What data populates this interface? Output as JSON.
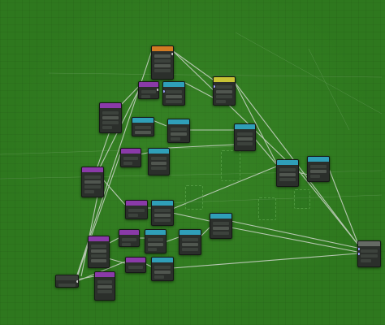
{
  "editor": {
    "name": "node-editor",
    "colors": {
      "background": "#2e781e",
      "link": "#cfd6cc",
      "node_body": "#2b2f2b",
      "header_purple": "#8a3aa8",
      "header_cyan": "#2f9fb8",
      "header_orange": "#d17b23",
      "header_yellow": "#c7c335",
      "header_gray": "#3a3f3a"
    },
    "nodes": [
      {
        "id": "n-orange-top",
        "header_color": "orange"
      },
      {
        "id": "n-purple-a",
        "header_color": "purple"
      },
      {
        "id": "n-cyan-a",
        "header_color": "cyan"
      },
      {
        "id": "n-yellow",
        "header_color": "yellow"
      },
      {
        "id": "n-purple-b",
        "header_color": "purple"
      },
      {
        "id": "n-cyan-b",
        "header_color": "cyan"
      },
      {
        "id": "n-cyan-c",
        "header_color": "cyan"
      },
      {
        "id": "n-cyan-d",
        "header_color": "cyan"
      },
      {
        "id": "n-purple-c",
        "header_color": "purple"
      },
      {
        "id": "n-cyan-e",
        "header_color": "cyan"
      },
      {
        "id": "n-purple-d",
        "header_color": "purple"
      },
      {
        "id": "n-cyan-f",
        "header_color": "cyan"
      },
      {
        "id": "n-cyan-g",
        "header_color": "cyan"
      },
      {
        "id": "n-purple-e",
        "header_color": "purple"
      },
      {
        "id": "n-cyan-h",
        "header_color": "cyan"
      },
      {
        "id": "n-cyan-i",
        "header_color": "cyan"
      },
      {
        "id": "n-purple-f",
        "header_color": "purple"
      },
      {
        "id": "n-purple-g",
        "header_color": "purple"
      },
      {
        "id": "n-cyan-j",
        "header_color": "cyan"
      },
      {
        "id": "n-cyan-k",
        "header_color": "cyan"
      },
      {
        "id": "n-purple-h",
        "header_color": "purple"
      },
      {
        "id": "n-cyan-l",
        "header_color": "cyan"
      },
      {
        "id": "n-purple-i",
        "header_color": "purple"
      },
      {
        "id": "n-gray-input",
        "header_color": "gray"
      },
      {
        "id": "n-output",
        "header_color": "gray"
      }
    ]
  }
}
